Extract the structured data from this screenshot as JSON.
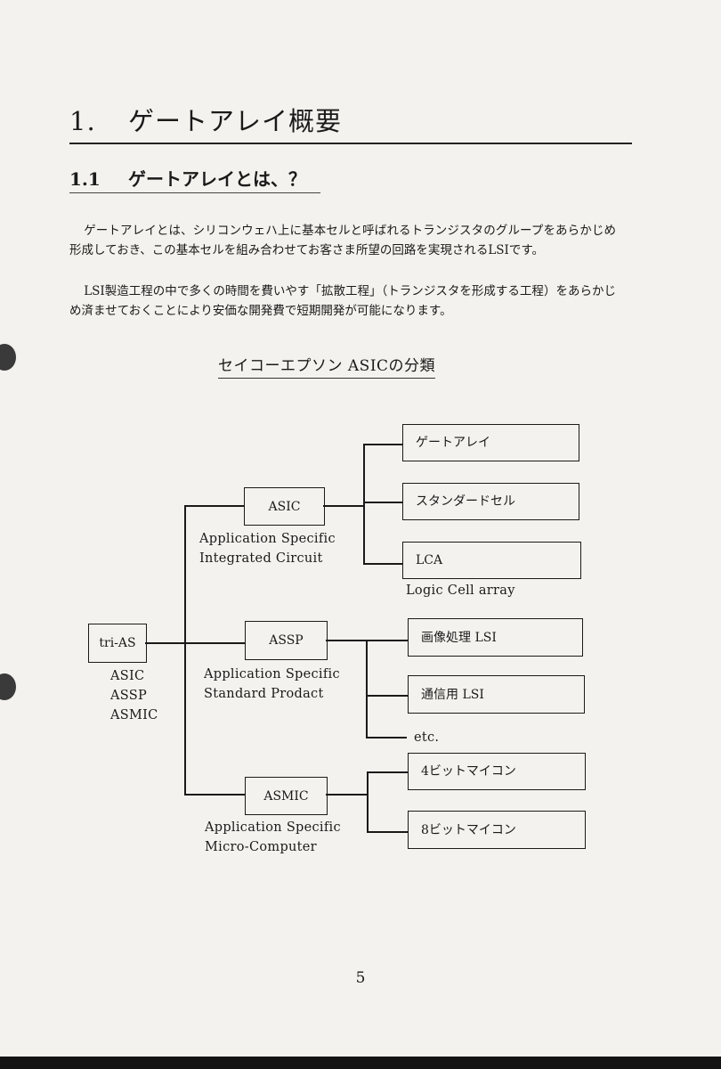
{
  "heading1": {
    "number": "1.",
    "title": "ゲートアレイ概要"
  },
  "heading2": {
    "number": "1.1",
    "title": "ゲートアレイとは、？"
  },
  "paragraphs": [
    "ゲートアレイとは、シリコンウェハ上に基本セルと呼ばれるトランジスタのグループをあらかじめ形成しておき、この基本セルを組み合わせてお客さま所望の回路を実現されるLSIです。",
    "LSI製造工程の中で多くの時間を費いやす「拡散工程」（トランジスタを形成する工程）をあらかじめ済ませておくことにより安価な開発費で短期開発が可能になります。"
  ],
  "diagram": {
    "title": "セイコーエプソン ASICの分類",
    "root": {
      "label": "tri-AS",
      "caption": [
        "ASIC",
        "ASSP",
        "ASMIC"
      ]
    },
    "categories": [
      {
        "label": "ASIC",
        "caption": [
          "Application Specific",
          "Integrated Circuit"
        ],
        "items": [
          "ゲートアレイ",
          "スタンダードセル",
          "LCA"
        ],
        "note": "Logic Cell array"
      },
      {
        "label": "ASSP",
        "caption": [
          "Application Specific",
          "Standard Prodact"
        ],
        "items": [
          "画像処理 LSI",
          "通信用 LSI"
        ],
        "note": "etc."
      },
      {
        "label": "ASMIC",
        "caption": [
          "Application Specific",
          "Micro-Computer"
        ],
        "items": [
          "4ビットマイコン",
          "8ビットマイコン"
        ],
        "note": ""
      }
    ]
  },
  "page_number": "5"
}
